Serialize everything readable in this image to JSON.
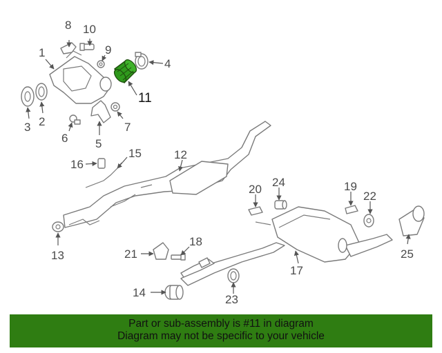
{
  "callouts": {
    "c1": "1",
    "c2": "2",
    "c3": "3",
    "c4": "4",
    "c5": "5",
    "c6": "6",
    "c7": "7",
    "c8": "8",
    "c9": "9",
    "c10": "10",
    "c11": "11",
    "c12": "12",
    "c13": "13",
    "c14": "14",
    "c15": "15",
    "c16": "16",
    "c17": "17",
    "c18": "18",
    "c19": "19",
    "c20": "20",
    "c21": "21",
    "c22": "22",
    "c23": "23",
    "c24": "24",
    "c25": "25"
  },
  "highlight_color": "#2f9a1c",
  "banner": {
    "line1": "Part or sub-assembly is #11 in diagram",
    "line2": "Diagram may not be specific to your vehicle",
    "background": "#2f7d12"
  }
}
